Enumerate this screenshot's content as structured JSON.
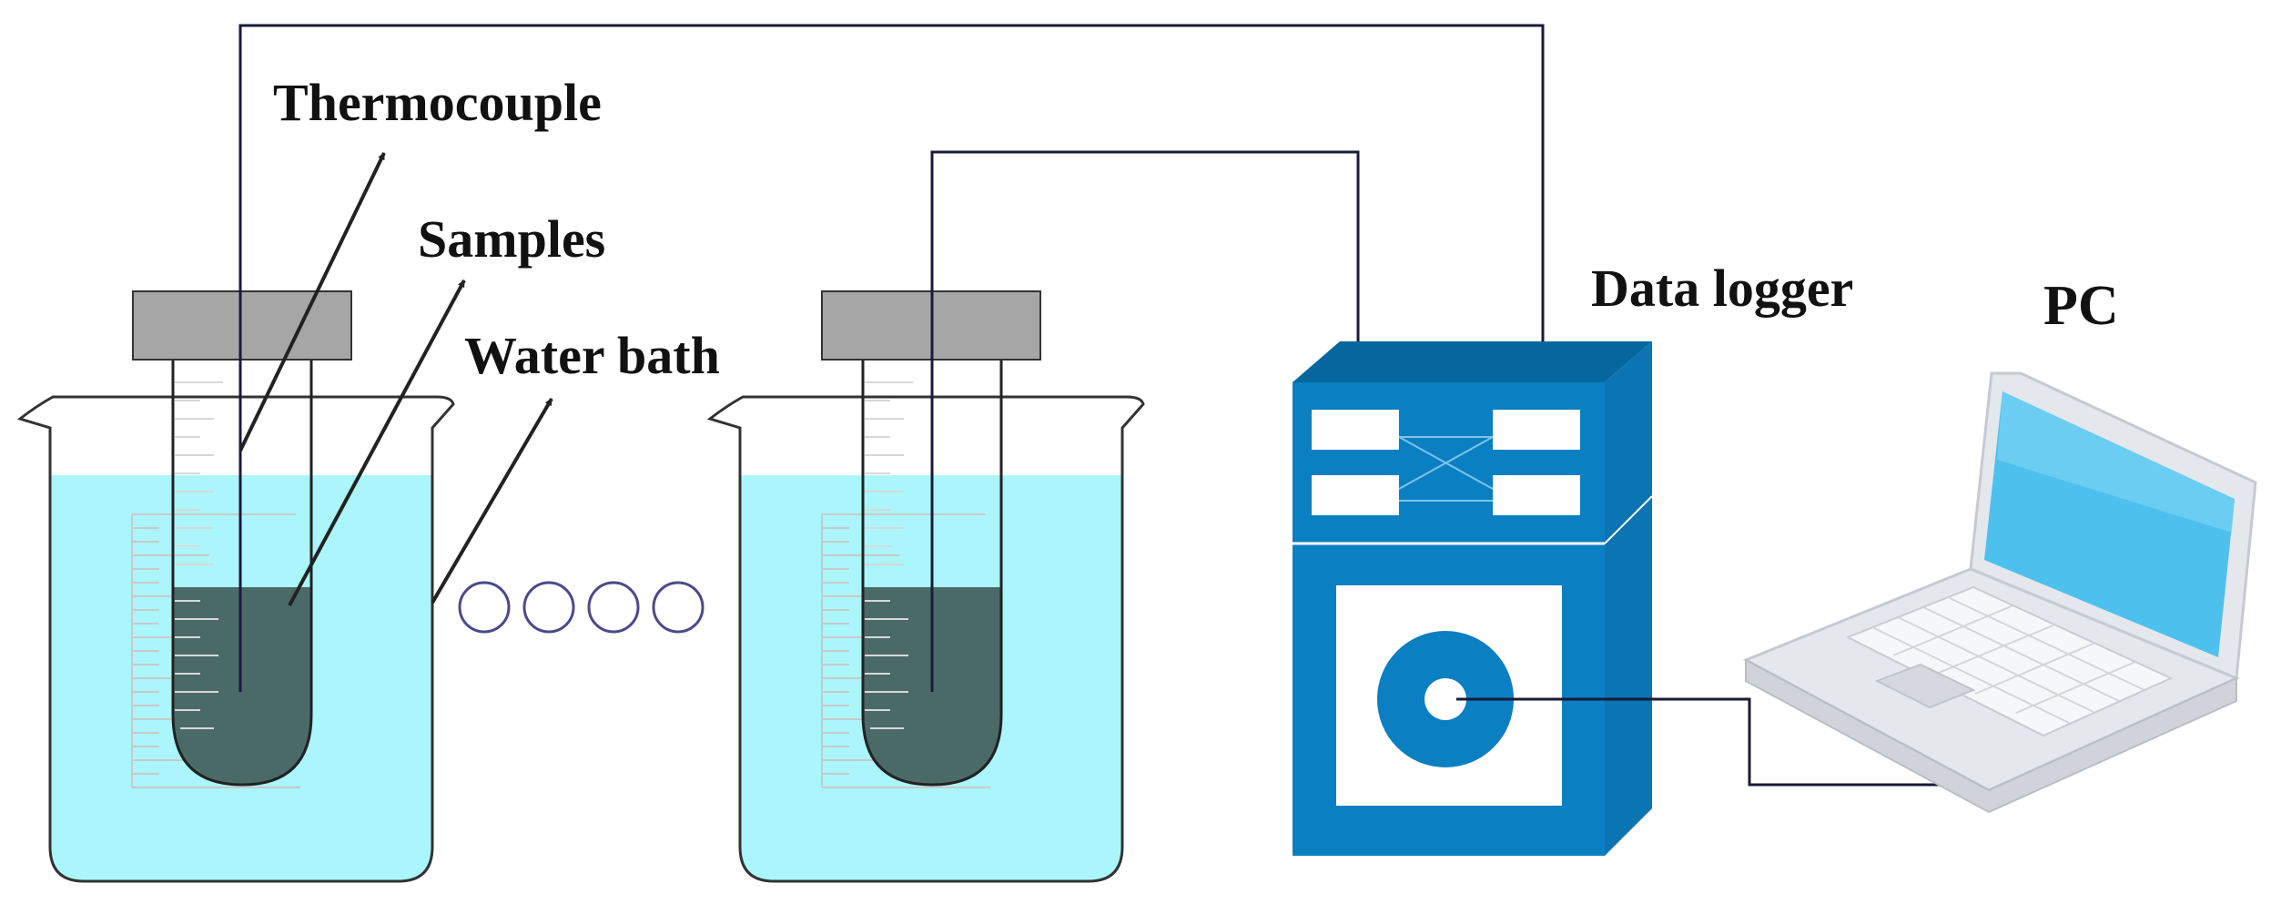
{
  "labels": {
    "thermocouple": "Thermocouple",
    "samples": "Samples",
    "water_bath": "Water bath",
    "data_logger": "Data logger",
    "pc": "PC"
  },
  "colors": {
    "water": "#aaf6fc",
    "sample": "#4a6a68",
    "cap": "#a6a6a7",
    "logger": "#0a7fc2",
    "logger_dark": "#06679f",
    "logger_side": "#0b74b2",
    "wire": "#1a1a3a",
    "laptop_body": "#e4e7ec",
    "laptop_screen": "#4ec0ee"
  },
  "icons": {
    "beaker": "beaker-icon",
    "test_tube": "test-tube-icon",
    "data_logger": "data-logger-icon",
    "laptop": "laptop-icon"
  }
}
